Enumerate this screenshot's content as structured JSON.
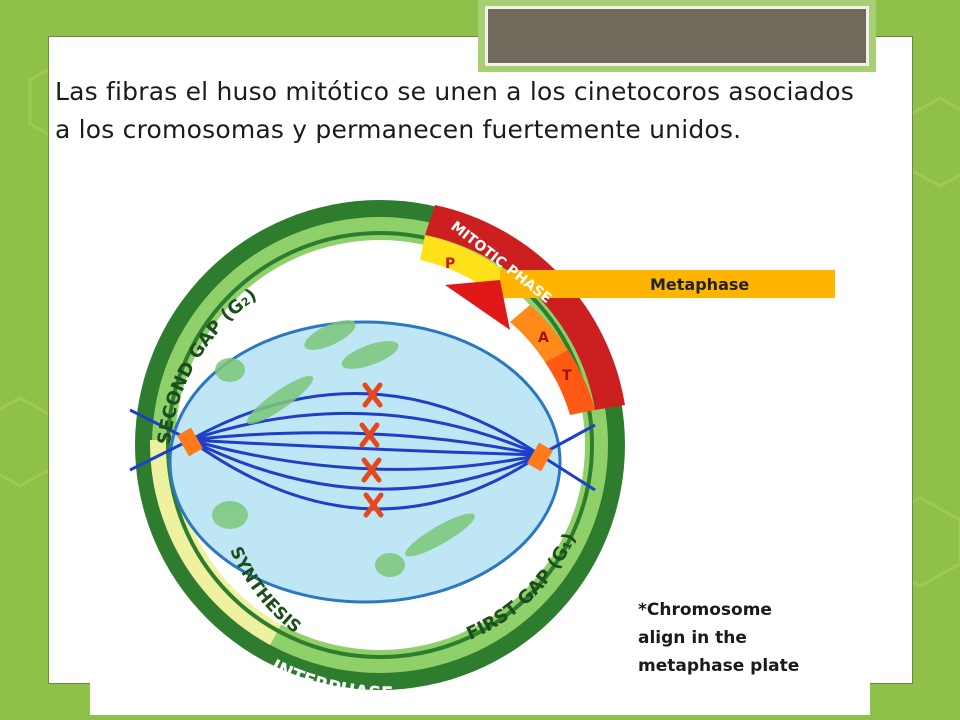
{
  "slide": {
    "body_text": "Las fibras el huso mitótico se unen a los cinetocoros asociados a los cromosomas y permanecen fuertemente unidos."
  },
  "figure": {
    "labels": {
      "second_gap": "SECOND GAP (G",
      "second_gap_sub": "2",
      "first_gap": "FIRST GAP (G",
      "first_gap_sub": "1",
      "close_paren": ")",
      "synthesis": "SYNTHESIS",
      "interphase": "INTERPHASE",
      "mitotic_phase": "MITOTIC PHASE",
      "p": "P",
      "a": "A",
      "t": "T",
      "metaphase": "Metaphase"
    },
    "note_lines": [
      "*Chromosome",
      "align in the",
      "metaphase plate"
    ],
    "colors": {
      "outer_ring": "#2e7d2e",
      "interphase_band": "#8fd06a",
      "synthesis_band": "#eef2a0",
      "mitotic_band": "#cc1f1f",
      "prophase": "#ffe11a",
      "metaphase_bar": "#ffb400",
      "anaphase": "#ff8a1a",
      "telophase": "#ff5a14",
      "cell_fill": "#bfe6f5",
      "spindle": "#1f3fc8",
      "chromosome": "#e4481c"
    }
  }
}
